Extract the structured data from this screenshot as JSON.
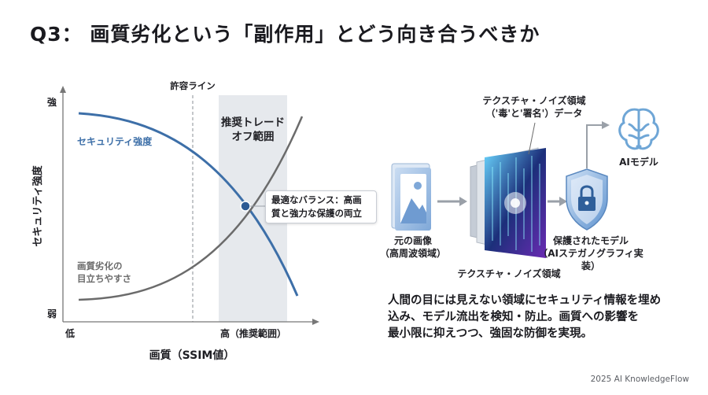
{
  "title": "Q3： 画質劣化という「副作用」とどう向き合うべきか",
  "chart_data": {
    "type": "line",
    "xlabel": "画質（SSIM値）",
    "ylabel": "セキュリティ強度",
    "x_tick_labels": [
      "低",
      "高（推奨範囲）"
    ],
    "y_tick_labels": [
      "強",
      "弱"
    ],
    "threshold_label": "許容ライン",
    "region_label": "推奨トレード\nオフ範囲",
    "series": [
      {
        "name": "セキュリティ強度",
        "color": "#3d6fa8",
        "trend": "decreasing"
      },
      {
        "name": "画質劣化の\n目立ちやすさ",
        "color": "#6b6b6b",
        "trend": "increasing"
      }
    ],
    "annotation": "最適なバランス：高画\n質と強力な保護の両立"
  },
  "diagram": {
    "top_label": "テクスチャ・ノイズ領域\n（'毒'と'署名'）データ",
    "original_label": "元の画像\n（高周波領域）",
    "texture_label": "テクスチャ・ノイズ領域",
    "protected_label": "保護されたモデル\n（AIステガノグラフィ実装）",
    "ai_label": "AIモデル"
  },
  "description": "人間の目には見えない領域にセキュリティ情報を埋め\n込み、モデル流出を検知・防止。画質への影響を\n最小限に抑えつつ、強固な防御を実現。",
  "footer": "2025 AI KnowledgeFlow",
  "colors": {
    "accent_blue": "#3d6fa8",
    "gray_curve": "#6b6b6b",
    "region": "#e6e9ed"
  }
}
